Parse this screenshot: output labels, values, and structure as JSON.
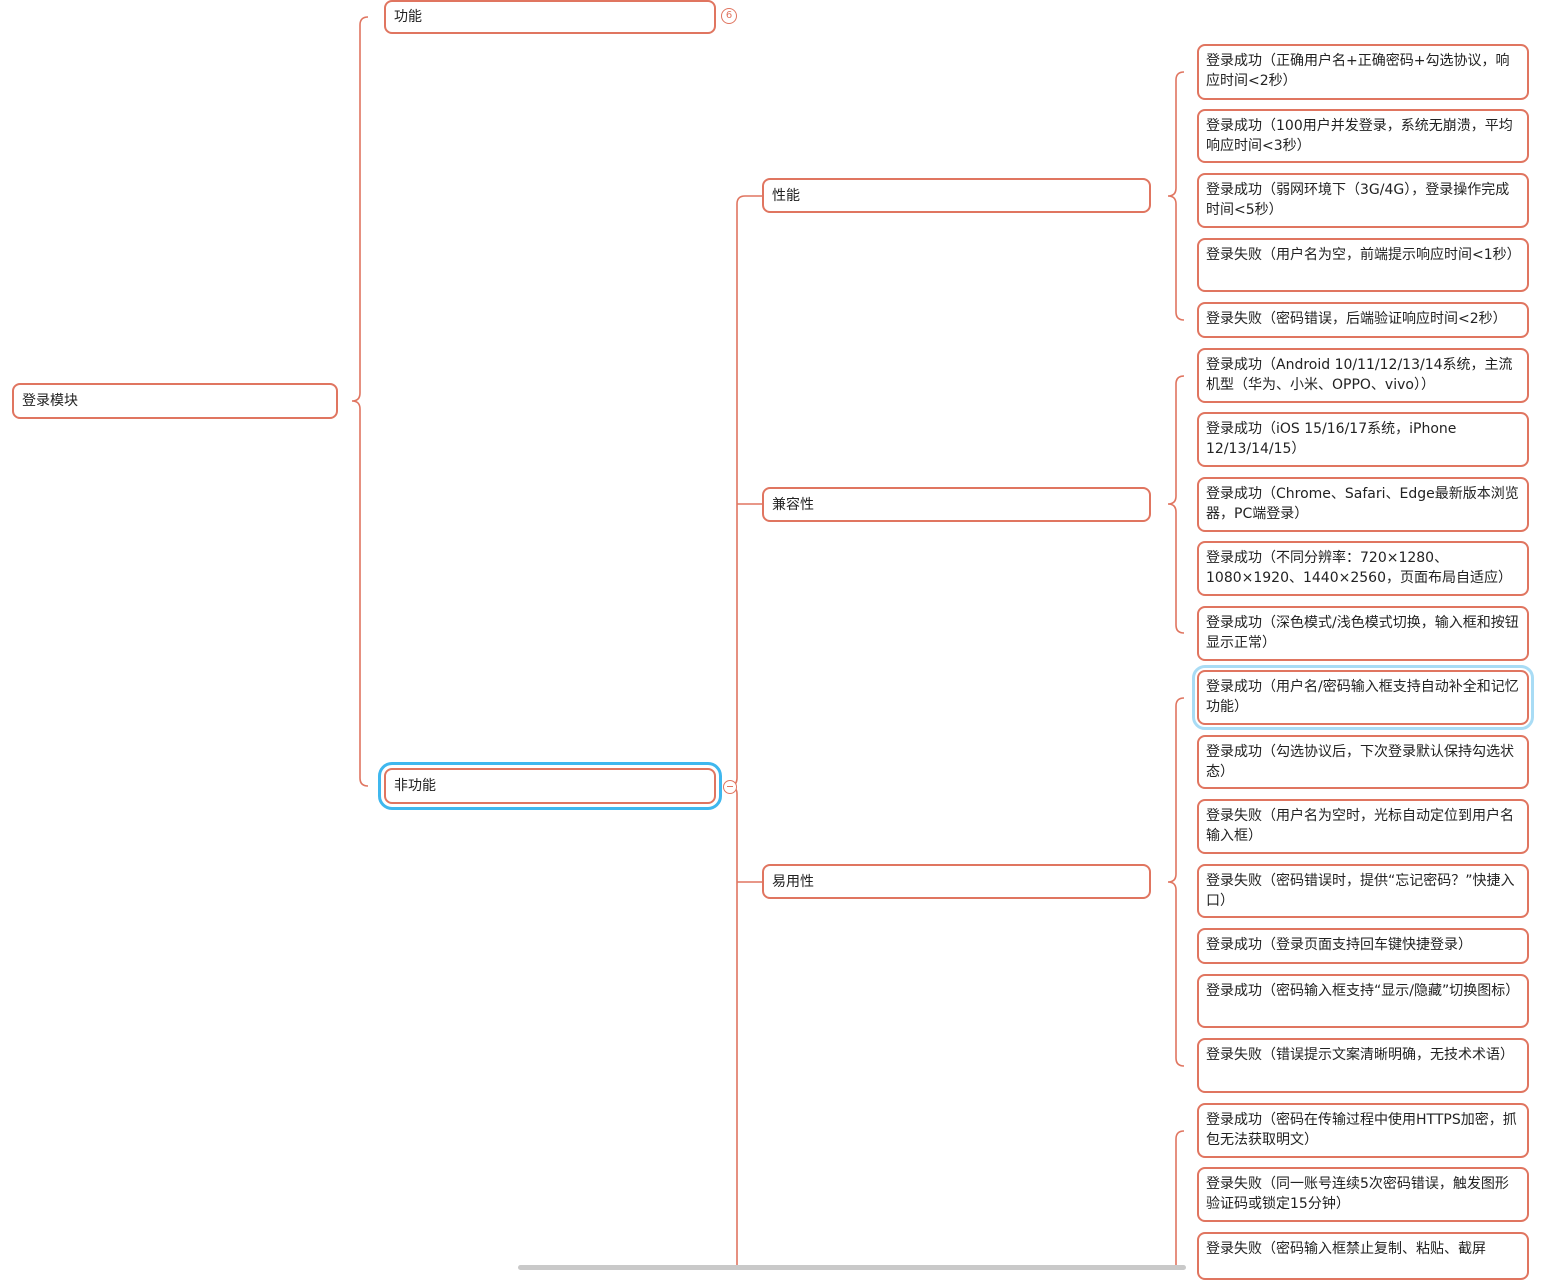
{
  "colors": {
    "branch": "#e07560",
    "selection": "#3fb7ee",
    "selection_light": "#a9dcf5"
  },
  "root": {
    "label": "登录模块"
  },
  "functional": {
    "label": "功能",
    "collapsed_count": "6"
  },
  "non_functional": {
    "label": "非功能"
  },
  "categories": {
    "performance": {
      "label": "性能"
    },
    "compatibility": {
      "label": "兼容性"
    },
    "usability": {
      "label": "易用性"
    }
  },
  "leaves": {
    "performance": [
      "登录成功（正确用户名+正确密码+勾选协议，响应时间<2秒）",
      "登录成功（100用户并发登录，系统无崩溃，平均响应时间<3秒）",
      "登录成功（弱网环境下（3G/4G），登录操作完成时间<5秒）",
      "登录失败（用户名为空，前端提示响应时间<1秒）",
      "登录失败（密码错误，后端验证响应时间<2秒）"
    ],
    "compatibility": [
      "登录成功（Android 10/11/12/13/14系统，主流机型（华为、小米、OPPO、vivo））",
      "登录成功（iOS 15/16/17系统，iPhone 12/13/14/15）",
      "登录成功（Chrome、Safari、Edge最新版本浏览器，PC端登录）",
      "登录成功（不同分辨率：720×1280、1080×1920、1440×2560，页面布局自适应）",
      "登录成功（深色模式/浅色模式切换，输入框和按钮显示正常）"
    ],
    "usability": [
      "登录成功（用户名/密码输入框支持自动补全和记忆功能）",
      "登录成功（勾选协议后，下次登录默认保持勾选状态）",
      "登录失败（用户名为空时，光标自动定位到用户名输入框）",
      "登录失败（密码错误时，提供“忘记密码？”快捷入口）",
      "登录成功（登录页面支持回车键快捷登录）",
      "登录成功（密码输入框支持“显示/隐藏”切换图标）",
      "登录失败（错误提示文案清晰明确，无技术术语）"
    ],
    "security": [
      "登录成功（密码在传输过程中使用HTTPS加密，抓包无法获取明文）",
      "登录失败（同一账号连续5次密码错误，触发图形验证码或锁定15分钟）",
      "登录失败（密码输入框禁止复制、粘贴、截屏"
    ]
  }
}
